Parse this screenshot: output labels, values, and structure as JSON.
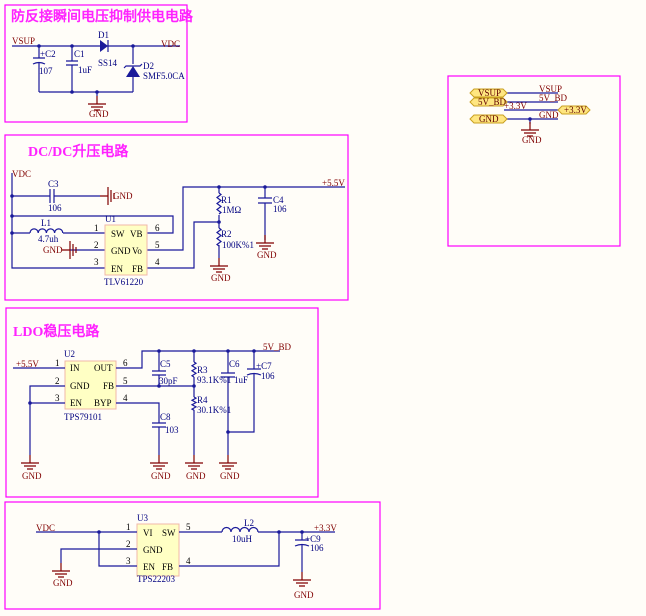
{
  "colors": {
    "wire": "#1a1a9a",
    "border": "#ff00ff",
    "title": "#ff22ff",
    "net_label": "#800000",
    "component_label": "#00007f",
    "chip_fill": "#ffffc4"
  },
  "s1": {
    "title": "防反接瞬间电压抑制供电电路",
    "vsup": "VSUP",
    "vdc": "VDC",
    "c2": "C2",
    "c2v": "107",
    "c1": "C1",
    "c1v": "1uF",
    "d1": "D1",
    "d1v": "SS14",
    "d2": "D2",
    "d2v": "SMF5.0CA",
    "gnd": "GND"
  },
  "s2": {
    "title": "DC/DC升压电路",
    "vdc": "VDC",
    "c3": "C3",
    "c3v": "106",
    "gnd_c3": "GND",
    "l1": "L1",
    "l1v": "4.7uh",
    "gnd_u1": "GND",
    "u1": "U1",
    "u1v": "TLV61220",
    "pins": {
      "sw": "SW",
      "vb": "VB",
      "gnd": "GND",
      "vo": "Vo",
      "en": "EN",
      "fb": "FB",
      "n1": "1",
      "n2": "2",
      "n3": "3",
      "n6": "6",
      "n5": "5",
      "n4": "4"
    },
    "out": "+5.5V",
    "r1": "R1",
    "r1v": "1MΩ",
    "r2": "R2",
    "r2v": "100K%1",
    "gnd_r2": "GND",
    "c4": "C4",
    "c4v": "106",
    "gnd_c4": "GND"
  },
  "s3": {
    "title": "LDO稳压电路",
    "in": "+5.5V",
    "u2": "U2",
    "u2v": "TPS79101",
    "pins": {
      "in": "IN",
      "out": "OUT",
      "gnd": "GND",
      "fb": "FB",
      "en": "EN",
      "byp": "BYP",
      "n1": "1",
      "n2": "2",
      "n3": "3",
      "n6": "6",
      "n5": "5",
      "n4": "4"
    },
    "out": "5V_BD",
    "c5": "C5",
    "c5v": "30pF",
    "r3": "R3",
    "r3v": "93.1K%1",
    "r4": "R4",
    "r4v": "30.1K%1",
    "c8": "C8",
    "c8v": "103",
    "c6": "C6",
    "c6v": "1uF",
    "c7": "C7",
    "c7v": "106",
    "gnd1": "GND",
    "gnd2": "GND",
    "gnd3": "GND",
    "gnd4": "GND"
  },
  "s4": {
    "vdc": "VDC",
    "u3": "U3",
    "u3v": "TPS22203",
    "pins": {
      "vi": "VI",
      "sw": "SW",
      "gnd": "GND",
      "en": "EN",
      "fb": "FB",
      "n1": "1",
      "n2": "2",
      "n3": "3",
      "n5": "5",
      "n4": "4"
    },
    "l2": "L2",
    "l2v": "10uH",
    "out": "+3.3V",
    "c9": "C9",
    "c9v": "106",
    "gnd1": "GND",
    "gnd2": "GND"
  },
  "s5": {
    "port_vsup": "VSUP",
    "port_5v": "5V_BD",
    "port_gnd": "GND",
    "port_33": "+3.3V",
    "net_vsup": "VSUP",
    "net_5v": "5V_BD",
    "net_33": "+3.3V",
    "net_gnd": "GND",
    "gnd": "GND"
  }
}
